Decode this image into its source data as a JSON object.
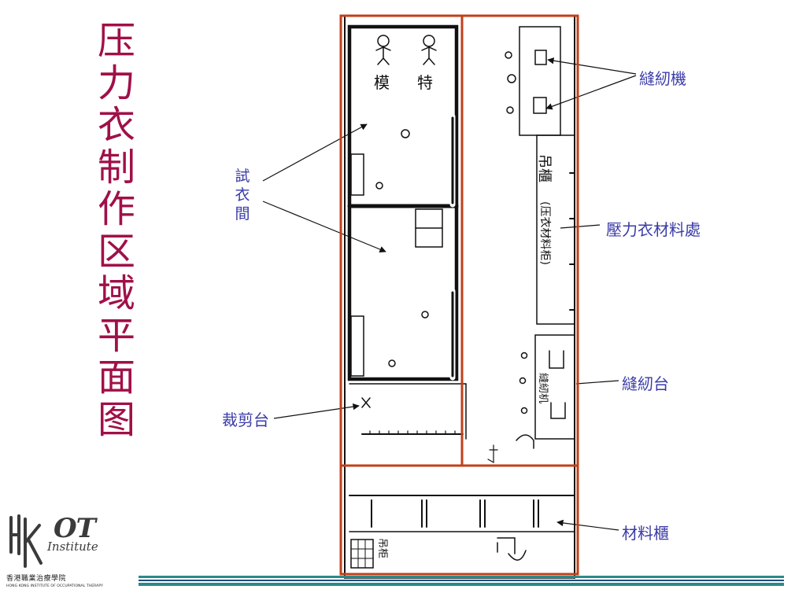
{
  "title_chars": [
    "压",
    "力",
    "衣",
    "制",
    "作",
    "区",
    "域",
    "平",
    "面",
    "图"
  ],
  "labels": {
    "fitting_room_chars": [
      "試",
      "衣",
      "間"
    ],
    "sewing_machine": "縫紉機",
    "pressure_garment_material": "壓力衣材料處",
    "sewing_table": "縫紉台",
    "cutting_table": "裁剪台",
    "material_cabinet": "材料櫃"
  },
  "sketch_text": {
    "mannequin_left": "模",
    "mannequin_right": "特",
    "hanging_cabinet": "吊櫃",
    "hanging_cabinet_note": "(压衣材料柜)",
    "sewing_bench_note": "縫紉机",
    "cabinet_note": "吊柜"
  },
  "logo": {
    "hk": "HK",
    "ot": "OT",
    "institute": "Institute",
    "chinese_name": "香港職業治療學院",
    "english_name": "HONG KONG INSTITUTE OF OCCUPATIONAL THERAPY"
  },
  "colors": {
    "title": "#a01048",
    "label": "#3a3aa8",
    "zone_outline": "#c0401a",
    "sketch": "#111111",
    "footer_bar": "#2a8a8a"
  }
}
